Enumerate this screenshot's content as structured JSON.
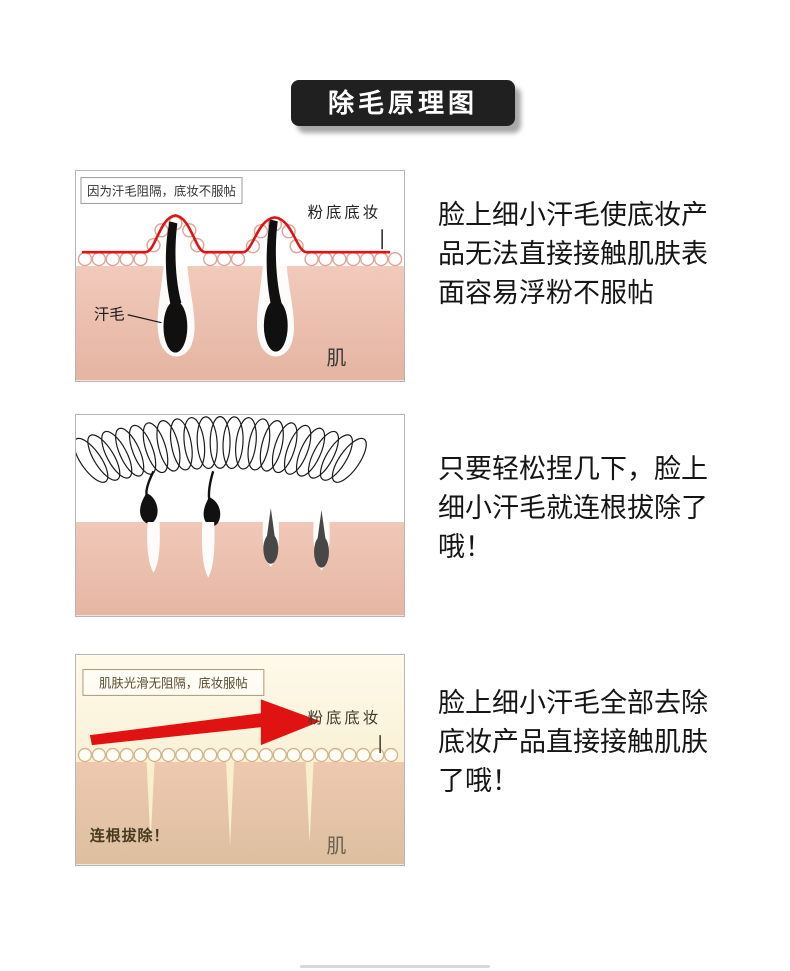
{
  "title": "除毛原理图",
  "sections": [
    {
      "caption": "脸上细小汗毛使底妆产品无法直接接触肌肤表面容易浮粉不服帖",
      "note": "因为汗毛阻隔，底妆不服帖",
      "foundation_label": "粉底底妆",
      "hair_label": "汗毛",
      "skin_label": "肌"
    },
    {
      "caption": "只要轻松捏几下，脸上细小汗毛就连根拔除了哦！"
    },
    {
      "caption": "脸上细小汗毛全部去除底妆产品直接接触肌肤了哦！",
      "note": "肌肤光滑无阻隔，底妆服帖",
      "foundation_label": "粉底底妆",
      "removed_label": "连根拔除！",
      "skin_label": "肌"
    }
  ],
  "colors": {
    "badge_bg": "#202020",
    "badge_text": "#ffffff",
    "accent_red": "#e01212",
    "skin_pink": "#ecc2b2",
    "hair_black": "#111111",
    "cream_bg": "#f9f1d5",
    "panel_border": "#b5b5b5"
  }
}
